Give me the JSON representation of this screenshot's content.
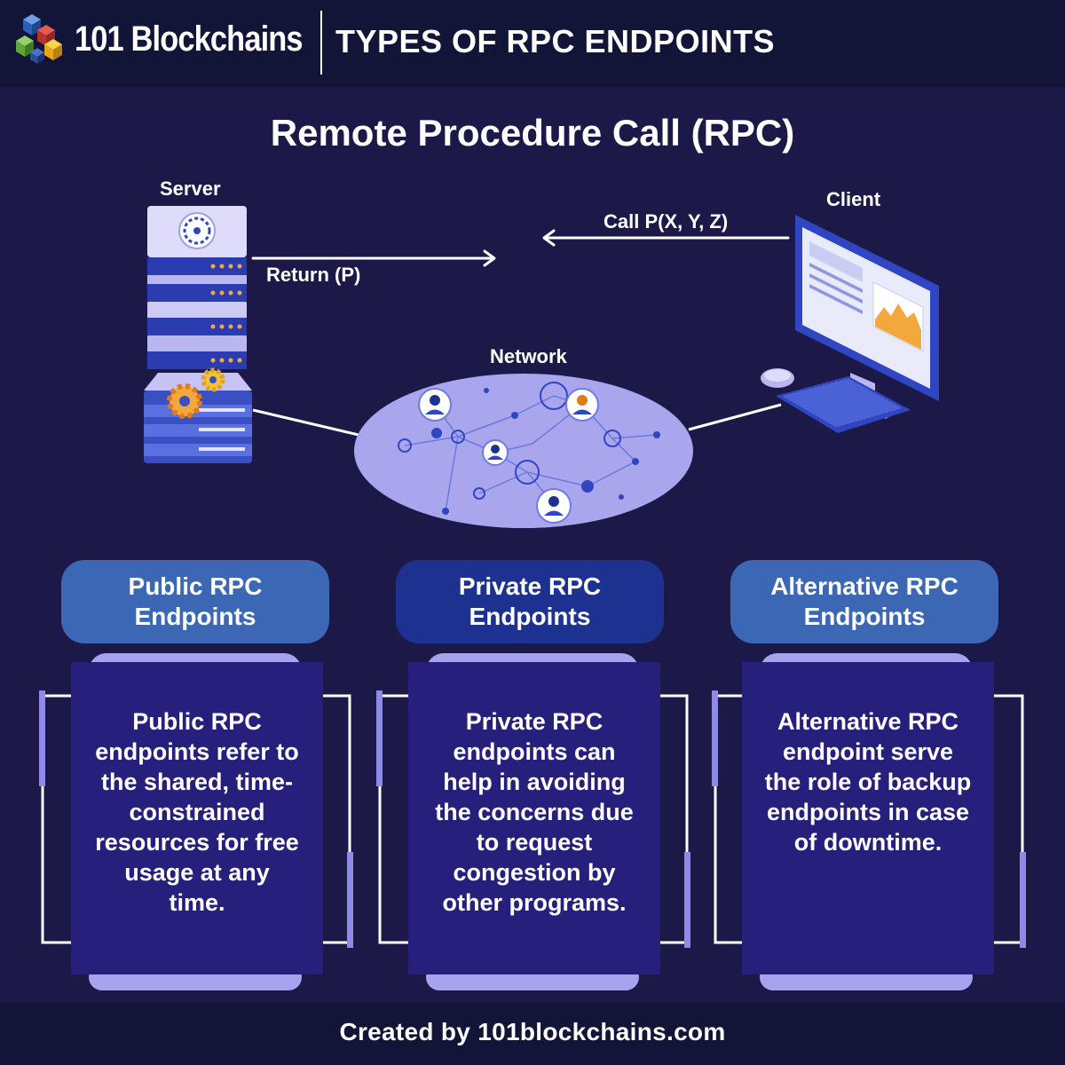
{
  "header": {
    "brand": "101 Blockchains",
    "title": "TYPES OF RPC ENDPOINTS"
  },
  "diagram": {
    "title": "Remote Procedure Call (RPC)",
    "server_label": "Server",
    "client_label": "Client",
    "network_label": "Network",
    "return_label": "Return (P)",
    "call_label": "Call P(X, Y, Z)"
  },
  "endpoints": [
    {
      "title_line1": "Public RPC",
      "title_line2": "Endpoints",
      "desc_lines": [
        "Public RPC",
        "endpoints refer to",
        "the shared, time-",
        "constrained",
        "resources for free",
        "usage at any",
        "time."
      ],
      "color": "#3b67b5"
    },
    {
      "title_line1": "Private RPC",
      "title_line2": "Endpoints",
      "desc_lines": [
        "Private RPC",
        "endpoints can",
        "help in avoiding",
        "the concerns due",
        "to request",
        "congestion by",
        "other programs."
      ],
      "color": "#1d3290"
    },
    {
      "title_line1": "Alternative RPC",
      "title_line2": "Endpoints",
      "desc_lines": [
        "Alternative RPC",
        "endpoint serve",
        "the role of backup",
        "endpoints in case",
        "of downtime."
      ],
      "color": "#3b67b5"
    }
  ],
  "footer": {
    "text": "Created by 101blockchains.com"
  }
}
